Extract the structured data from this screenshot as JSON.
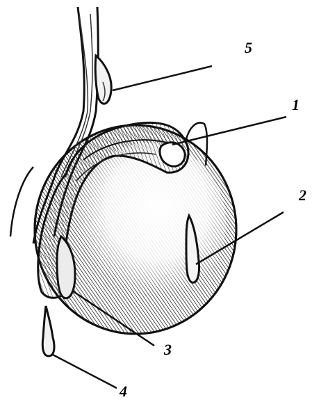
{
  "figure": {
    "colors": {
      "ink": "#111111",
      "paper": "#ffffff",
      "shade": "#d8d8d8",
      "shadow": "#555555"
    },
    "labels": [
      {
        "id": "1",
        "text": "1"
      },
      {
        "id": "2",
        "text": "2"
      },
      {
        "id": "3",
        "text": "3"
      },
      {
        "id": "4",
        "text": "4"
      },
      {
        "id": "5",
        "text": "5"
      }
    ]
  }
}
